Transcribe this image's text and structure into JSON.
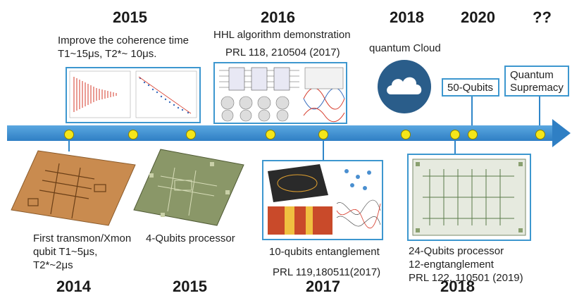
{
  "top_years": {
    "y2015": "2015",
    "y2016": "2016",
    "y2018": "2018",
    "y2020": "2020",
    "unknown": "??"
  },
  "bottom_years": {
    "y2014": "2014",
    "y2015": "2015",
    "y2017": "2017",
    "y2018": "2018"
  },
  "milestones": {
    "coherence_line1": "Improve the coherence time",
    "coherence_line2": "T1~15μs, T2*~ 10μs.",
    "hhl_line1": "HHL algorithm demonstration",
    "hhl_line2": "PRL 118, 210504 (2017)",
    "cloud": "quantum Cloud",
    "qubits50": "50-Qubits",
    "supremacy_line1": "Quantum",
    "supremacy_line2": "Supremacy",
    "transmon_line1": "First transmon/Xmon",
    "transmon_line2": "qubit T1~5μs,",
    "transmon_line3": "T2*~2μs",
    "four_qubit": "4-Qubits processor",
    "ten_qubit": "10-qubits entanglement",
    "ten_qubit_ref": "PRL 119,180511(2017)",
    "q24_line1": "24-Qubits processor",
    "q24_line2": "12-engtanglement",
    "q24_ref": "PRL 122, 110501 (2019)"
  },
  "colors": {
    "timeline": "#2f7fc4",
    "dot": "#f5e61a",
    "frame": "#3d97cf",
    "cloud_bg": "#2a5d8a"
  },
  "icons": [
    "cloud-icon"
  ]
}
